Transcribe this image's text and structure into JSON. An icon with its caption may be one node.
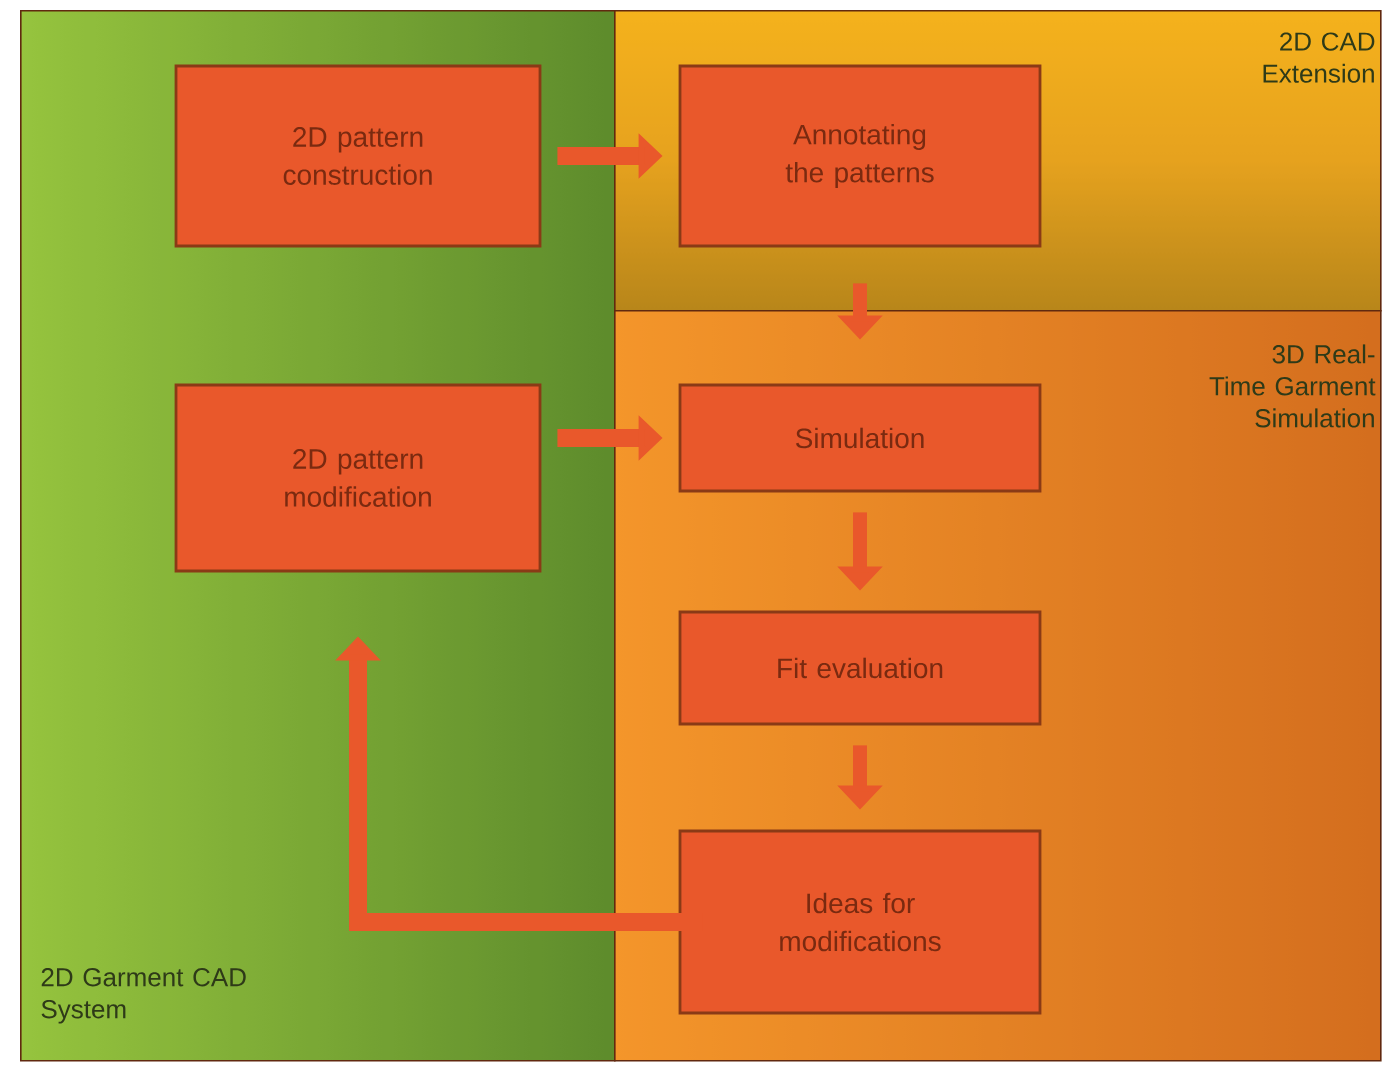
{
  "diagram": {
    "nodes": [
      {
        "text": [
          "2D Garment CAD System"
        ]
      },
      {
        "text": [
          "2D pattern construction"
        ],
        "in": 0
      },
      {
        "text": [
          "2D pattern modification"
        ],
        "in": 0
      },
      {
        "text": [
          "2D CAD Extension"
        ]
      },
      {
        "text": [
          "Annotating the patterns"
        ],
        "in": 3
      },
      {
        "text": [
          "3D Real-Time Garment Simulation"
        ]
      },
      {
        "text": [
          "Simulation"
        ],
        "in": 5
      },
      {
        "text": [
          "Fit evaluation"
        ],
        "in": 5
      },
      {
        "text": [
          "Ideas for modifications"
        ],
        "in": 5
      }
    ],
    "edges": [
      {
        "from": 1,
        "to": 4,
        "arrow": "to"
      },
      {
        "from": 4,
        "to": 6,
        "arrow": "to"
      },
      {
        "from": 2,
        "to": 6,
        "arrow": "to"
      },
      {
        "from": 6,
        "to": 7,
        "arrow": "to"
      },
      {
        "from": 7,
        "to": 8,
        "arrow": "to"
      },
      {
        "from": 8,
        "to": 2,
        "arrow": "to"
      }
    ]
  }
}
